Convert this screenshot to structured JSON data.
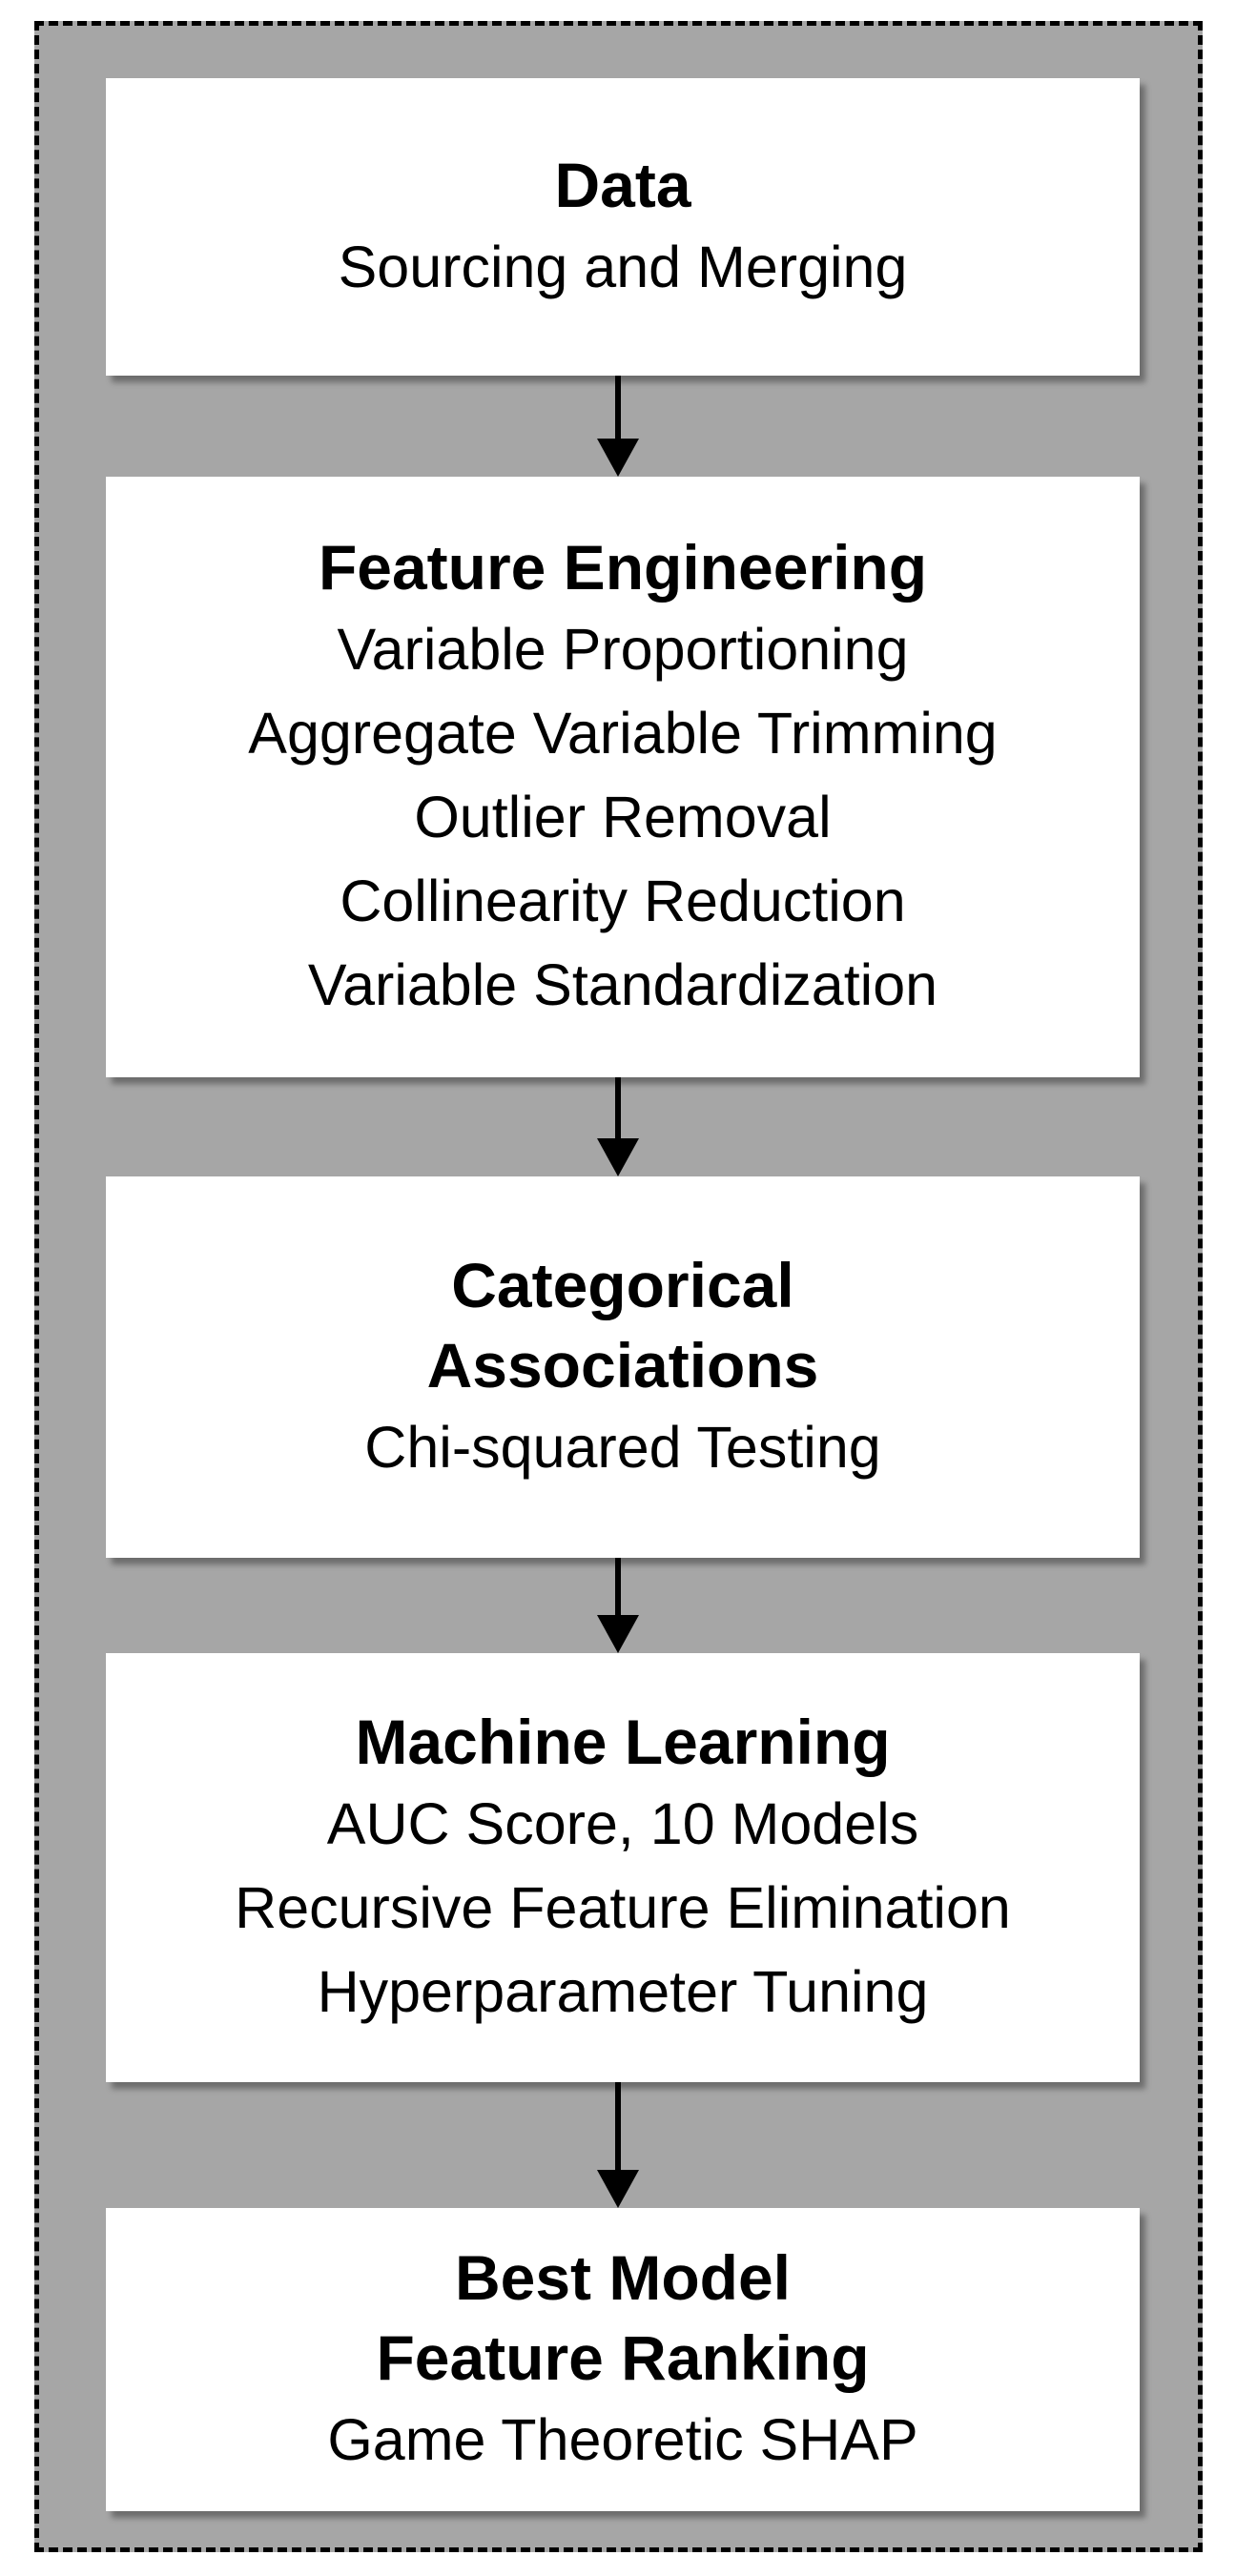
{
  "steps": [
    {
      "title": "Data",
      "lines": [
        "Sourcing and Merging"
      ]
    },
    {
      "title": "Feature Engineering",
      "lines": [
        "Variable Proportioning",
        "Aggregate Variable Trimming",
        "Outlier Removal",
        "Collinearity Reduction",
        "Variable Standardization"
      ]
    },
    {
      "title": "Categorical\nAssociations",
      "lines": [
        "Chi-squared Testing"
      ]
    },
    {
      "title": "Machine Learning",
      "lines": [
        "AUC Score, 10 Models",
        "Recursive Feature Elimination",
        "Hyperparameter Tuning"
      ]
    },
    {
      "title": "Best Model\nFeature Ranking",
      "lines": [
        "Game Theoretic SHAP"
      ]
    }
  ]
}
